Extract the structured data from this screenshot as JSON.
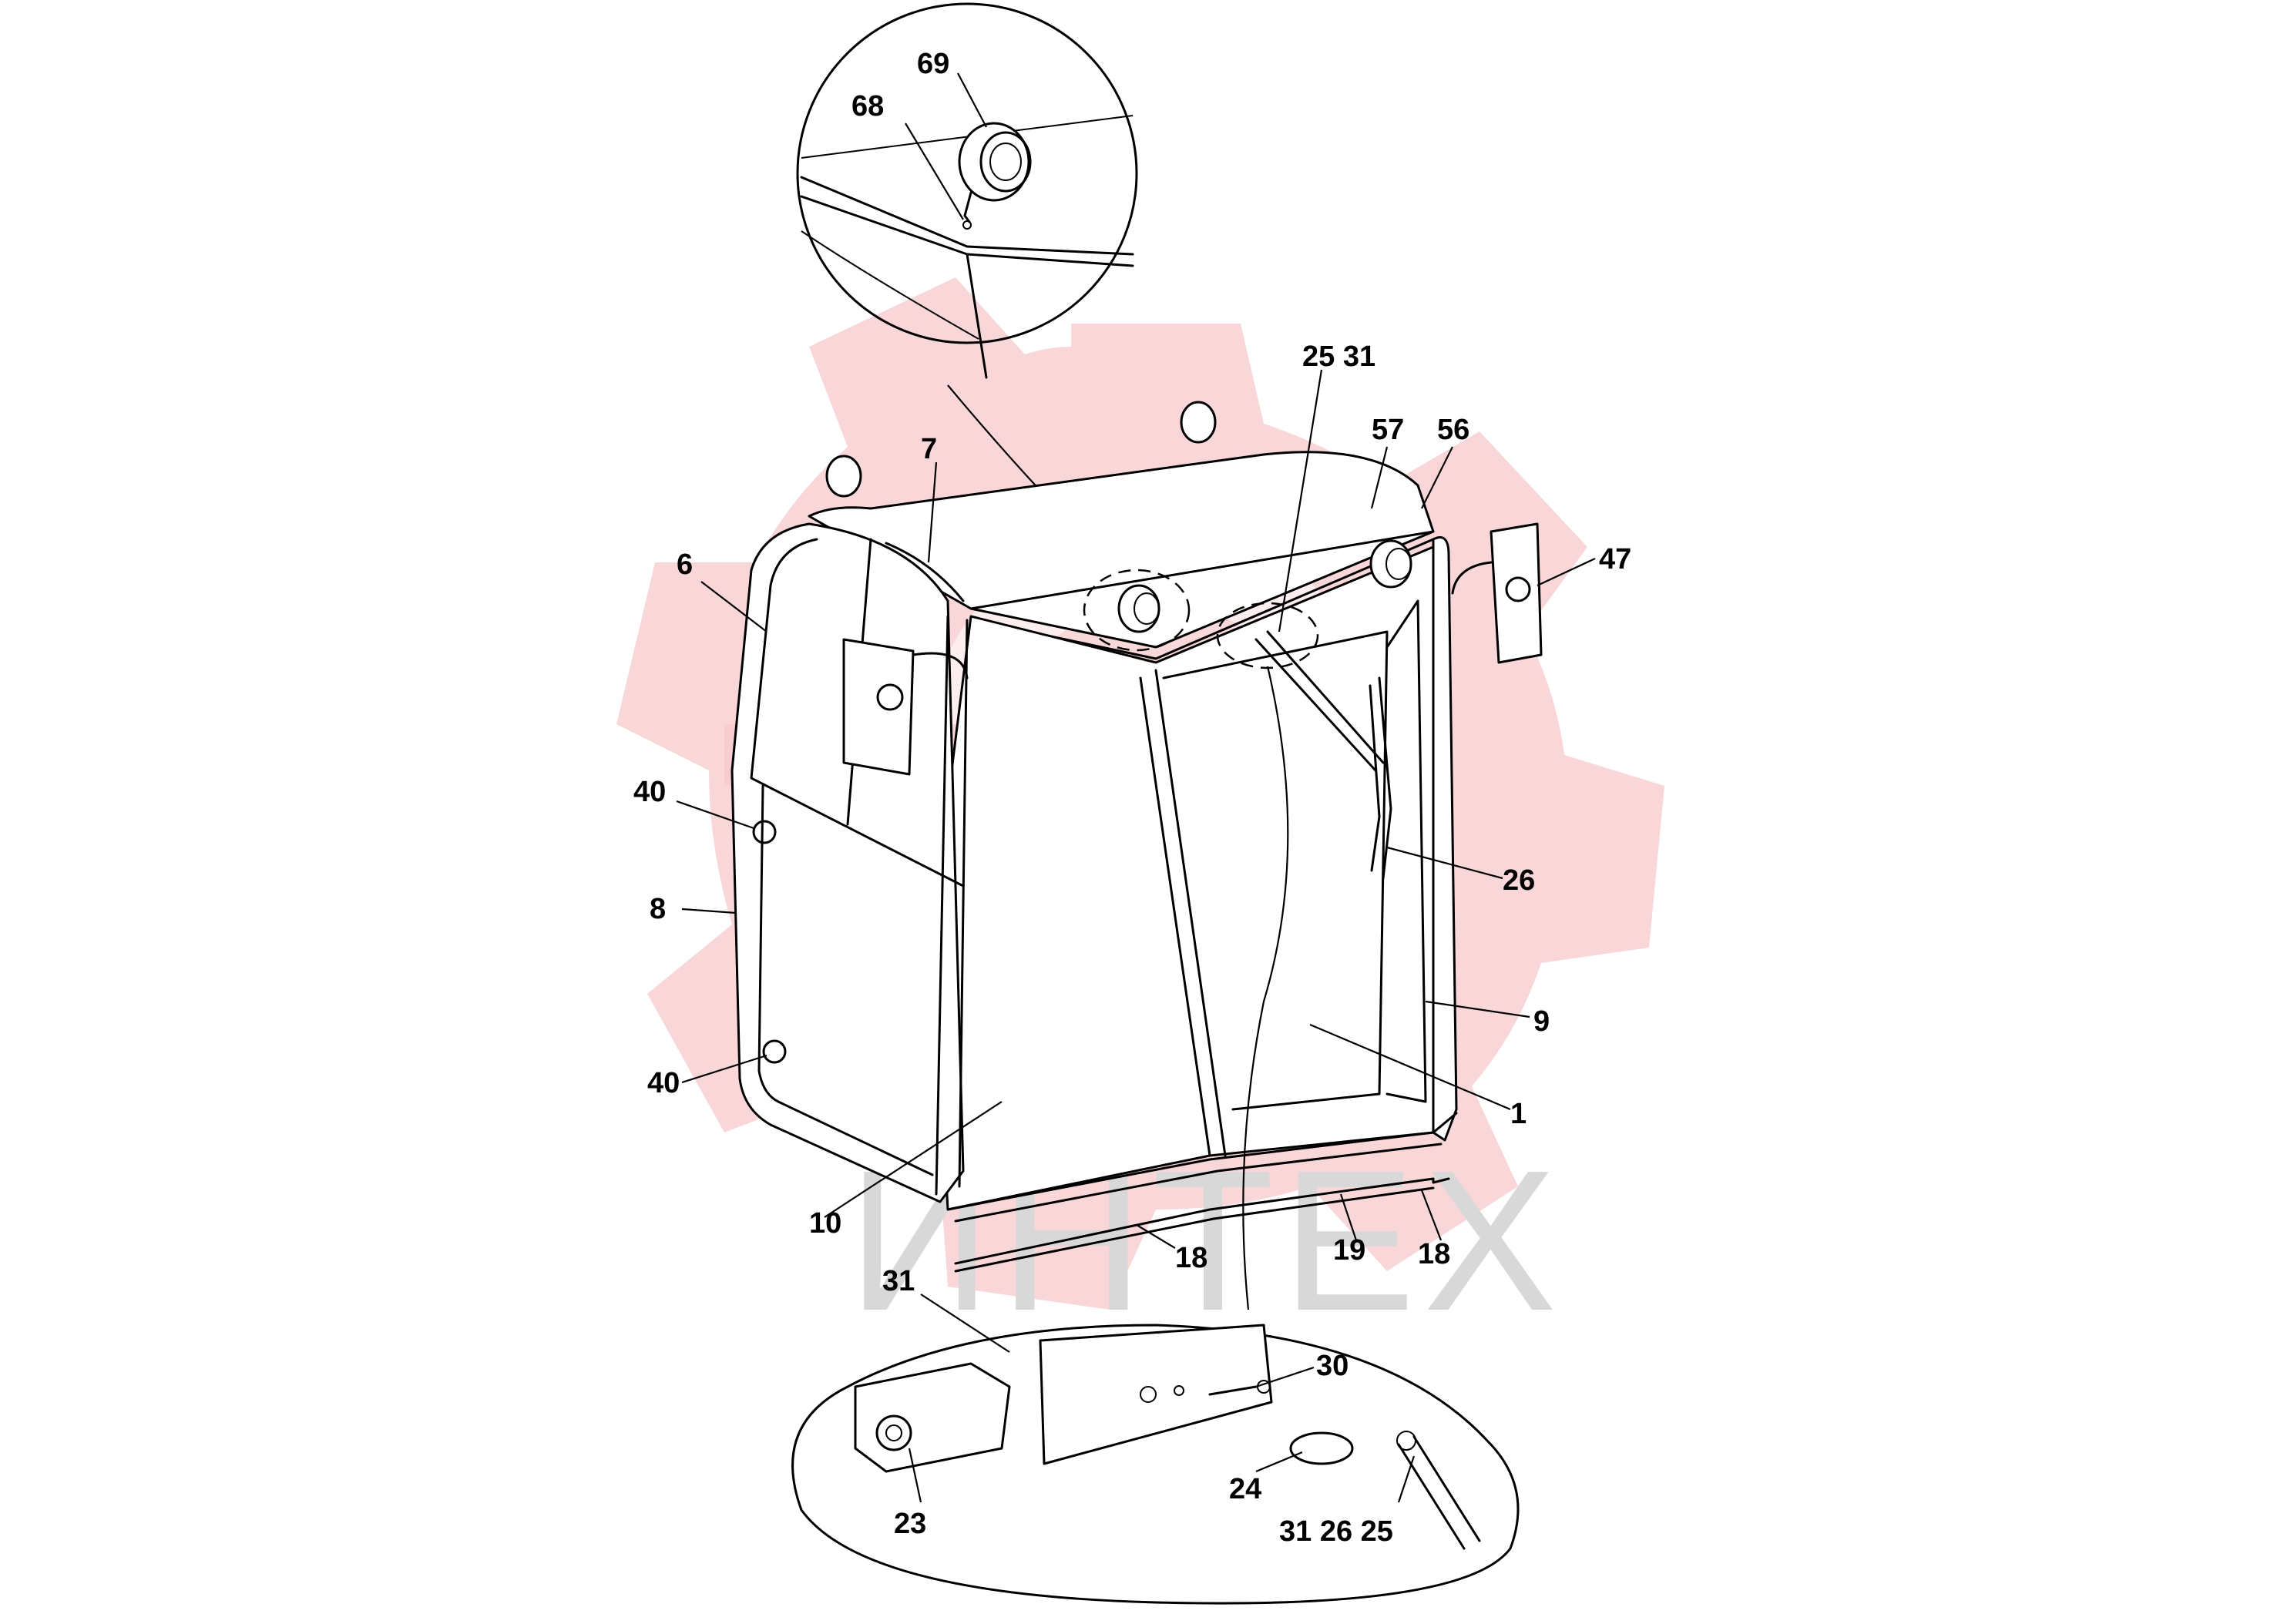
{
  "watermark": {
    "text": "ИНТЕХ",
    "gear_color": "#f7c9cc",
    "text_color": "#d8d8d8"
  },
  "callouts": {
    "c69": "69",
    "c68": "68",
    "c25_31_top": "25 31",
    "c57": "57",
    "c56": "56",
    "c47": "47",
    "c7": "7",
    "c6": "6",
    "c40_upper": "40",
    "c40_lower": "40",
    "c8": "8",
    "c26": "26",
    "c9": "9",
    "c1": "1",
    "c10": "10",
    "c18_left": "18",
    "c19": "19",
    "c18_right": "18",
    "c31_detail": "31",
    "c30": "30",
    "c23": "23",
    "c24": "24",
    "c31_26_25": "31 26 25"
  },
  "colors": {
    "line": "#000000",
    "background": "#ffffff"
  }
}
